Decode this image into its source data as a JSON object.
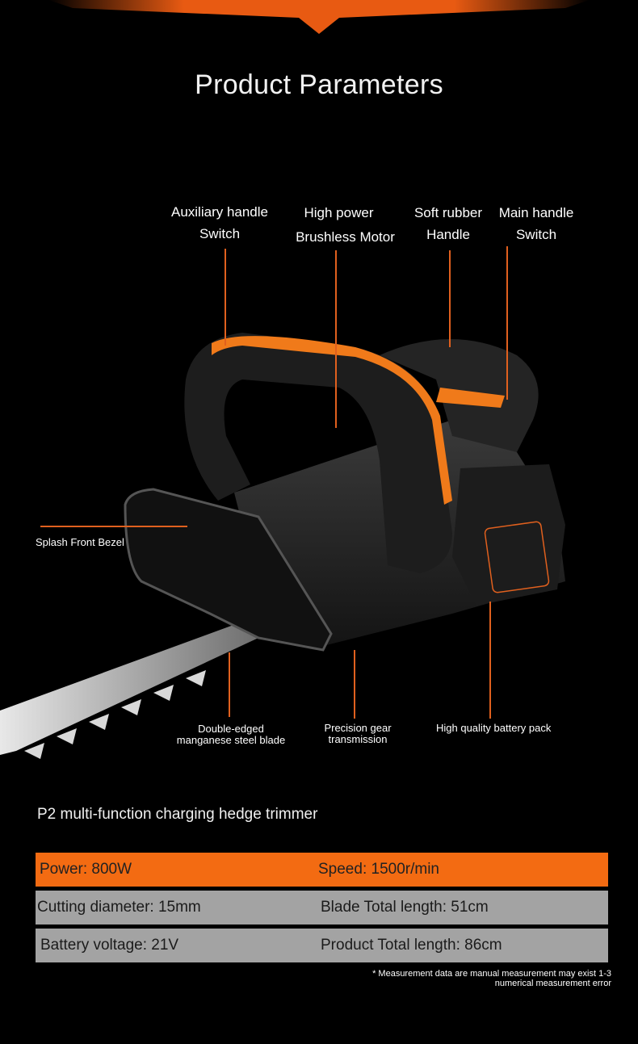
{
  "title": "Product Parameters",
  "callouts": {
    "aux_handle": [
      "Auxiliary handle",
      "Switch"
    ],
    "motor": [
      "High power",
      "Brushless Motor"
    ],
    "rubber_handle": [
      "Soft rubber",
      "Handle"
    ],
    "main_handle": [
      "Main handle",
      "Switch"
    ],
    "bezel": "Splash Front Bezel",
    "blade": [
      "Double-edged",
      "manganese steel blade"
    ],
    "gear": [
      "Precision gear",
      "transmission"
    ],
    "battery": "High quality battery pack"
  },
  "subtitle": "P2 multi-function charging hedge trimmer",
  "specs": [
    [
      "Power: 800W",
      "Speed: 1500r/min"
    ],
    [
      "Cutting diameter: 15mm",
      "Blade Total length: 51cm"
    ],
    [
      "Battery voltage: 21V",
      "Product Total length: 86cm"
    ]
  ],
  "footnote": [
    "* Measurement data are manual measurement may exist 1-3",
    "numerical measurement error"
  ],
  "colors": {
    "accent": "#f36b12",
    "spec_gray": "#a3a3a3",
    "background": "#000000"
  }
}
